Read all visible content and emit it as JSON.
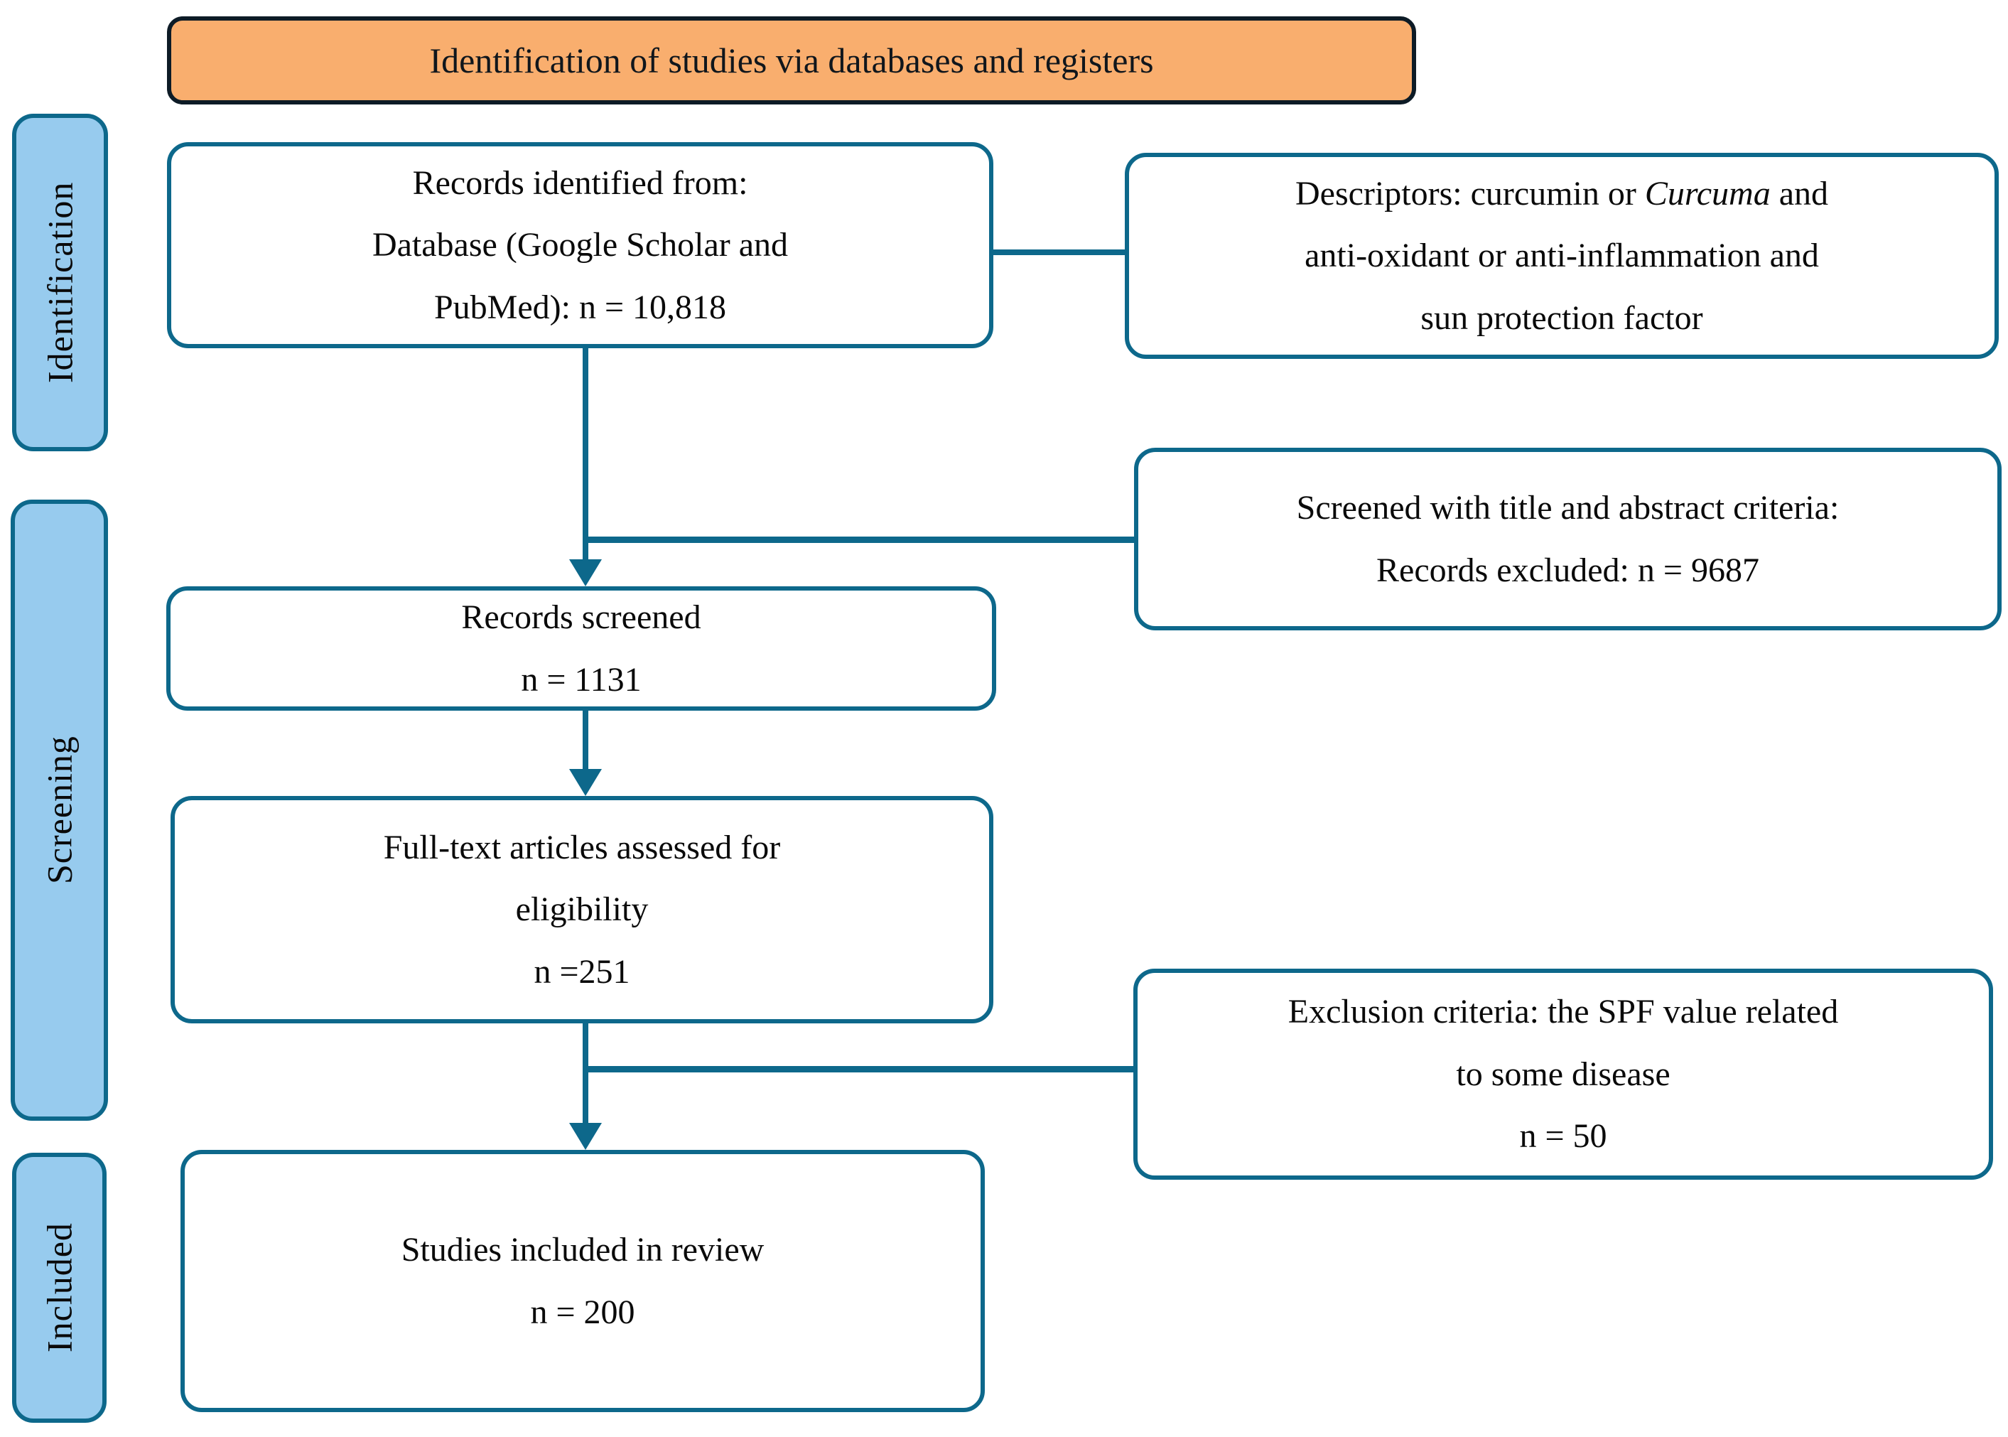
{
  "diagram": {
    "title": "Identification of studies via databases and registers",
    "sidebar": {
      "identification": "Identification",
      "screening": "Screening",
      "included": "Included"
    },
    "flow": {
      "records_identified": "Records identified from:\nDatabase (Google Scholar and\nPubMed): n = 10,818",
      "records_screened": "Records screened\nn = 1131",
      "fulltext_assessed": "Full-text articles assessed for\neligibility\nn =251",
      "studies_included": "Studies included in review\nn = 200"
    },
    "side_boxes": {
      "descriptors_before": "Descriptors: curcumin or ",
      "descriptors_italic": "Curcuma",
      "descriptors_after": " and\nanti-oxidant or anti-inflammation and\nsun protection factor",
      "screened_criteria": "Screened with title and abstract criteria:\nRecords excluded: n = 9687",
      "exclusion_criteria": "Exclusion criteria: the SPF value related\nto some disease\nn = 50"
    },
    "colors": {
      "teal_border": "#0d688b",
      "orange_fill": "#f9ae6e",
      "blue_fill": "#97cbee",
      "dark_border": "#0d1b26"
    }
  }
}
